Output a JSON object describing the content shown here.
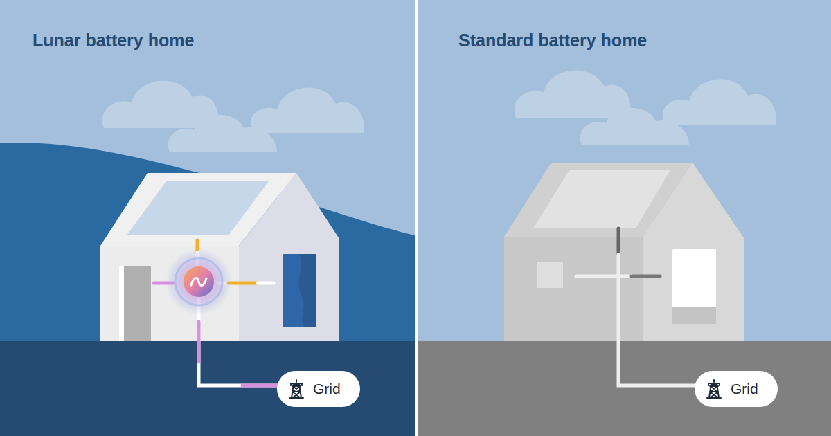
{
  "diagram": {
    "nodes": [
      {
        "text": [
          "Grid"
        ]
      },
      {
        "text": [
          "Grid"
        ]
      }
    ],
    "labels": [
      "Lunar battery home",
      "Standard battery home"
    ]
  }
}
